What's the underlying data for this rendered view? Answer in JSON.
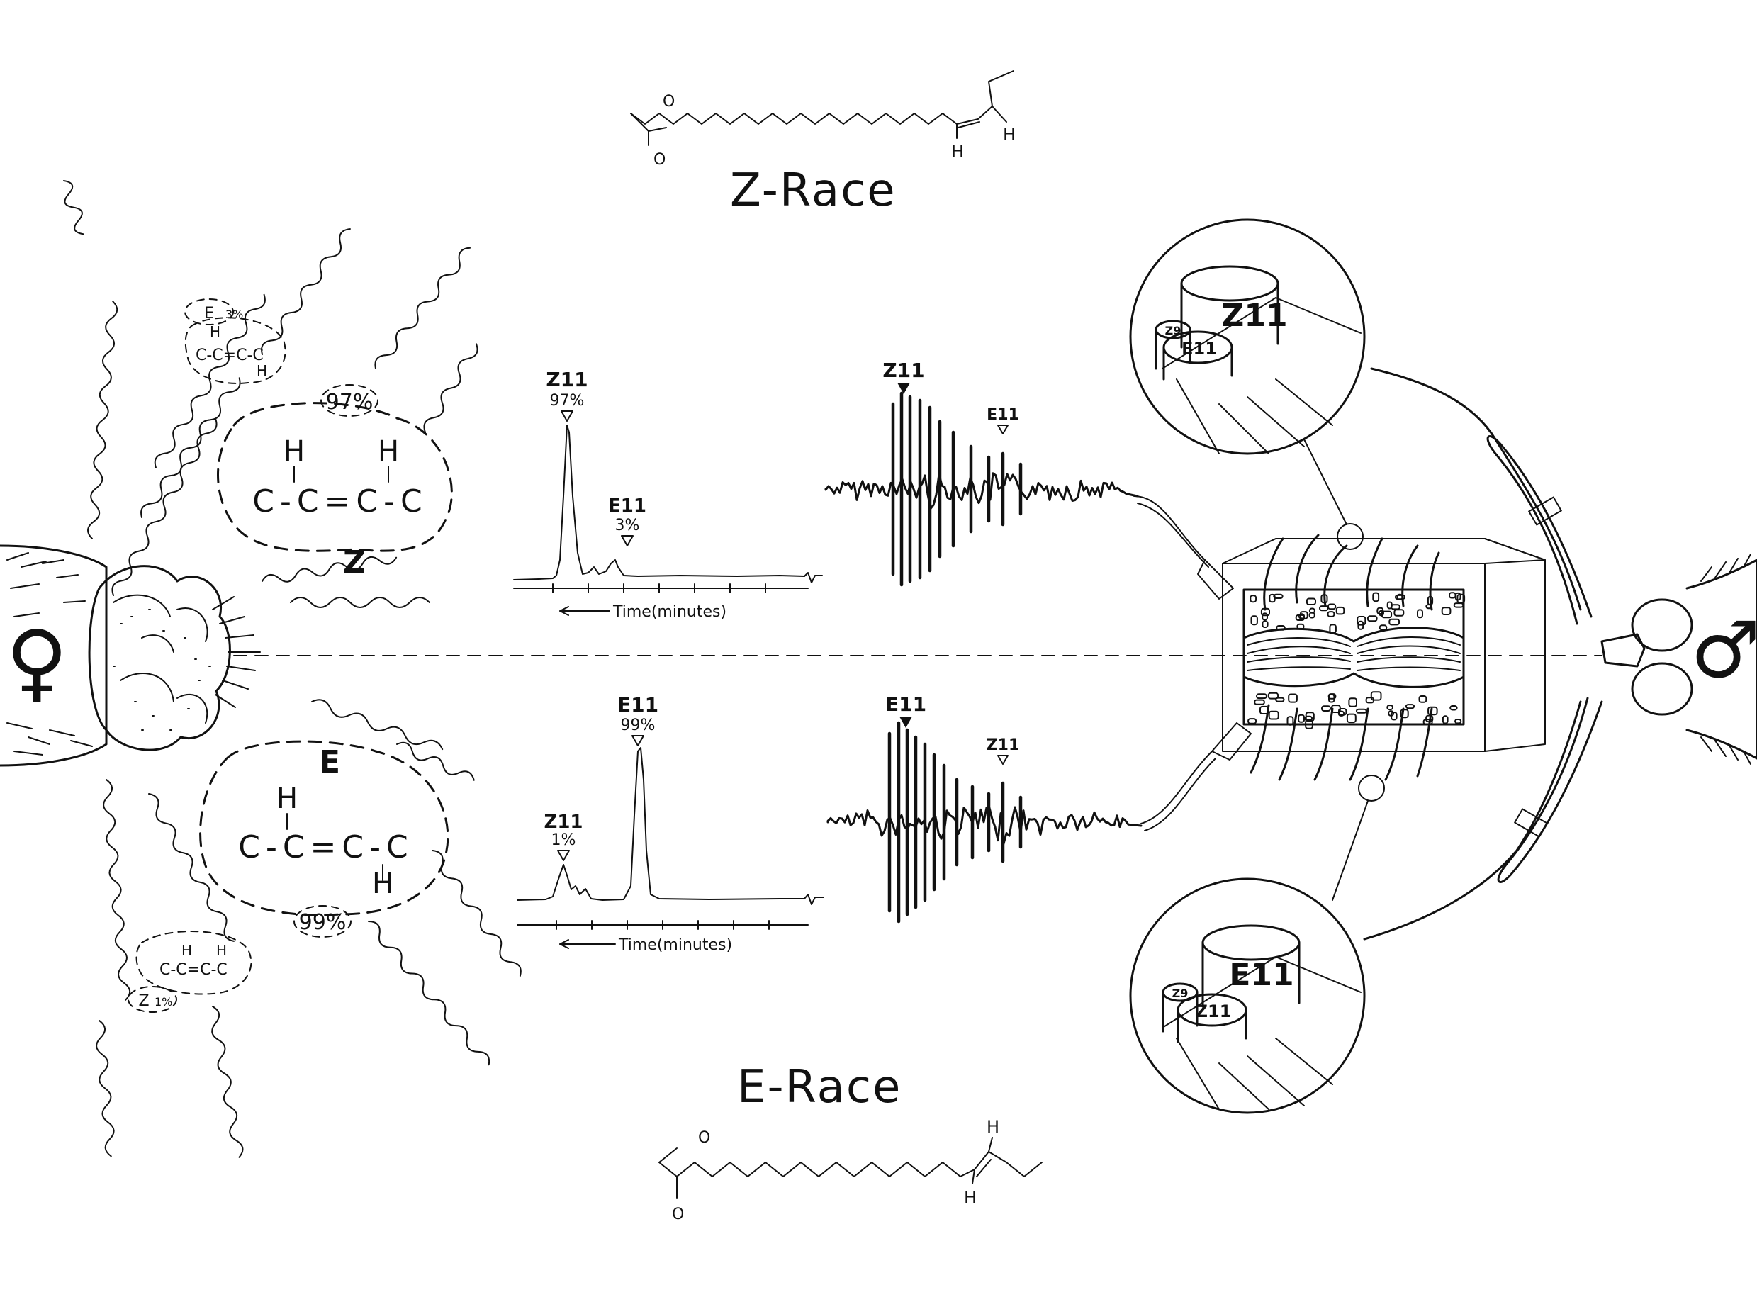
{
  "z_race": {
    "title": "Z-Race",
    "structure_h_left": "H",
    "structure_h_right": "H",
    "structure_o": "O",
    "main_isomer": {
      "label": "Z",
      "percent": "97%",
      "h_top_left": "H",
      "h_top_right": "H",
      "chain": "C-C=C-C"
    },
    "minor_isomer": {
      "label": "E",
      "percent": "3%",
      "h_top": "H",
      "h_bottom": "H",
      "chain": "C-C=C-C"
    },
    "chromatogram": {
      "peak1_label": "Z11",
      "peak1_percent": "97%",
      "peak2_label": "E11",
      "peak2_percent": "3%",
      "axis_label": "Time(minutes)"
    },
    "spike_train": {
      "label_strong": "Z11",
      "label_weak": "E11"
    },
    "antenna_sensilla": {
      "big": "Z11",
      "medium": "E11",
      "small": "Z9"
    }
  },
  "e_race": {
    "title": "E-Race",
    "structure_h_top": "H",
    "structure_h_bottom": "H",
    "structure_o": "O",
    "main_isomer": {
      "label": "E",
      "percent": "99%",
      "h_top": "H",
      "h_bottom": "H",
      "chain": "C-C=C-C"
    },
    "minor_isomer": {
      "label": "Z",
      "percent": "1%",
      "h_top_left": "H",
      "h_top_right": "H",
      "chain": "C-C=C-C"
    },
    "chromatogram": {
      "peak1_label": "Z11",
      "peak1_percent": "1%",
      "peak2_label": "E11",
      "peak2_percent": "99%",
      "axis_label": "Time(minutes)"
    },
    "spike_train": {
      "label_strong": "E11",
      "label_weak": "Z11"
    },
    "antenna_sensilla": {
      "big": "E11",
      "medium": "Z11",
      "small": "Z9"
    }
  },
  "female_symbol": "♀",
  "male_symbol": "♂",
  "colors": {
    "ink": "#111111",
    "paper": "#ffffff"
  }
}
